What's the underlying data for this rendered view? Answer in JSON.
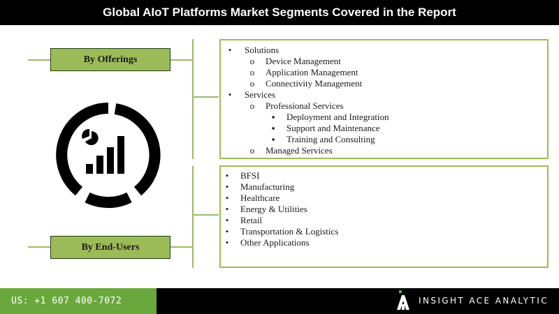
{
  "title": "Global AIoT Platforms Market Segments Covered in the Report",
  "offerings": {
    "label": "By Offerings",
    "items": [
      {
        "level": 0,
        "marker": "•",
        "text": "Solutions"
      },
      {
        "level": 1,
        "marker": "o",
        "text": "Device Management"
      },
      {
        "level": 1,
        "marker": "o",
        "text": "Application Management"
      },
      {
        "level": 1,
        "marker": "o",
        "text": "Connectivity Management"
      },
      {
        "level": 0,
        "marker": "•",
        "text": "Services"
      },
      {
        "level": 1,
        "marker": "o",
        "text": "Professional Services"
      },
      {
        "level": 2,
        "marker": "▪",
        "text": "Deployment and Integration"
      },
      {
        "level": 2,
        "marker": "▪",
        "text": "Support and Maintenance"
      },
      {
        "level": 2,
        "marker": "▪",
        "text": "Training and Consulting"
      },
      {
        "level": 1,
        "marker": "o",
        "text": "Managed Services"
      }
    ]
  },
  "end_users": {
    "label": "By End-Users",
    "items": [
      {
        "marker": "•",
        "text": "BFSI"
      },
      {
        "marker": "•",
        "text": "Manufacturing"
      },
      {
        "marker": "•",
        "text": "Healthcare"
      },
      {
        "marker": "•",
        "text": "Energy & Utilities"
      },
      {
        "marker": "•",
        "text": "Retail"
      },
      {
        "marker": "•",
        "text": "Transportation & Logistics"
      },
      {
        "marker": "•",
        "text": "Other Applications"
      }
    ]
  },
  "center_icon": "analytics-chart-icon",
  "footer": {
    "phone": "US: +1 607 400-7072",
    "brand": "INSIGHT ACE ANALYTIC",
    "logo_icon": "insight-ace-logo-icon"
  },
  "colors": {
    "accent_green": "#9bbb59",
    "footer_green": "#6aa83d",
    "title_bg": "#000000"
  }
}
